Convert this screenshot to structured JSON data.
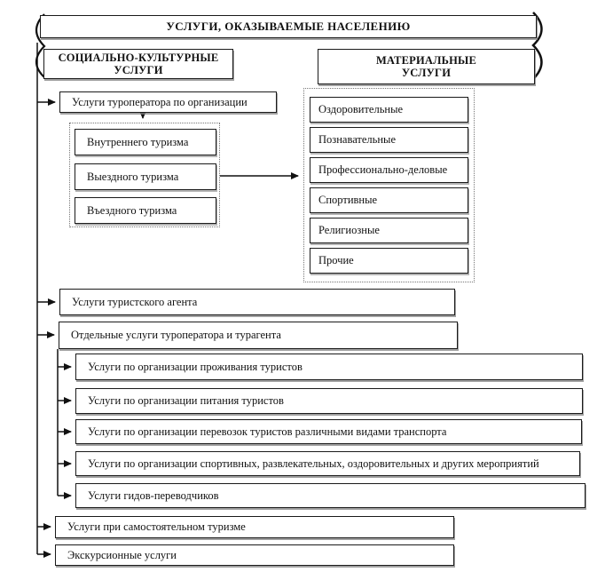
{
  "title": "УСЛУГИ, ОКАЗЫВАЕМЫЕ НАСЕЛЕНИЮ",
  "branches": {
    "social": {
      "line1": "СОЦИАЛЬНО-КУЛЬТУРНЫЕ",
      "line2": "УСЛУГИ"
    },
    "material": {
      "line1": "МАТЕРИАЛЬНЫЕ",
      "line2": "УСЛУГИ"
    }
  },
  "social_items": {
    "tour_operator": "Услуги туроператора по организации",
    "tourism_types": [
      "Внутреннего туризма",
      "Выездного туризма",
      "Въездного туризма"
    ],
    "travel_agent": "Услуги туристского агента",
    "separate_services": "Отдельные услуги туроператора и турагента",
    "separate_sub": [
      "Услуги по организации проживания туристов",
      "Услуги по организации питания туристов",
      "Услуги по организации перевозок туристов различными видами транспорта",
      "Услуги по организации спортивных, развлекательных, оздоровительных и других мероприятий",
      "Услуги гидов-переводчиков"
    ],
    "independent_tourism": "Услуги при самостоятельном туризме",
    "excursion": "Экскурсионные услуги"
  },
  "material_items": [
    "Оздоровительные",
    "Познавательные",
    "Профессионально-деловые",
    "Спортивные",
    "Религиозные",
    "Прочие"
  ],
  "colors": {
    "ink": "#111111",
    "border": "#1a1a1a",
    "shadow": "#828282",
    "dotted_border": "#777777"
  }
}
